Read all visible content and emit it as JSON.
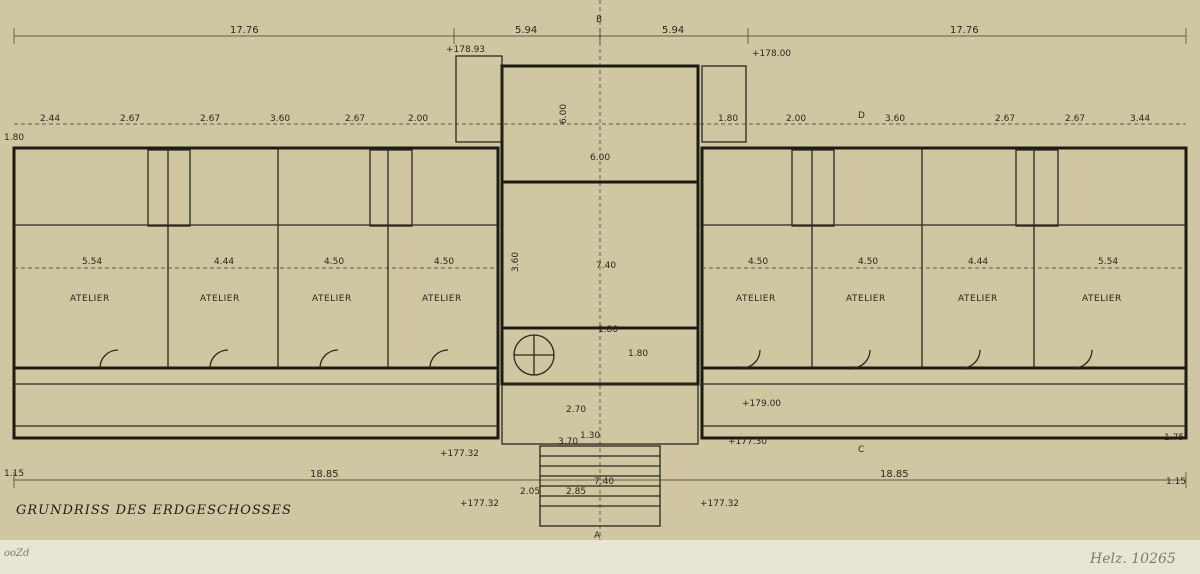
{
  "drawing": {
    "title": "GRUNDRISS DES ERDGESCHOSSES",
    "archive_mark": "Helz. 10265",
    "corner_mark": "ooZd",
    "colors": {
      "paper": "#cfc7a1",
      "ink": "#1d1b14",
      "margin": "#e8e4d6"
    }
  },
  "dimensions": {
    "top": [
      "17.76",
      "5.94",
      "5.94",
      "17.76"
    ],
    "bottom": [
      "18.85",
      "18.85"
    ],
    "room_widths_row": [
      "2.44",
      "2.67",
      "2.67",
      "3.60",
      "2.67",
      "2.00",
      "1.80",
      "2.00",
      "3.60",
      "2.67",
      "2.67",
      "3.44"
    ],
    "atelier_widths": [
      "5.54",
      "4.44",
      "4.50",
      "4.50",
      "4.50",
      "4.50",
      "4.44",
      "5.54"
    ],
    "stair": [
      "7.40",
      "6.00",
      "6.00",
      "3.60",
      "1.80",
      "1.80",
      "2.70",
      "3.70",
      "7.40",
      "2.05",
      "2.85"
    ],
    "entrance_step": "1.30",
    "spot_heights": [
      "+178.93",
      "+178.00",
      "+177.32",
      "+177.30",
      "+179.00",
      "+177.32",
      "+177.32"
    ]
  },
  "rooms": {
    "ateliers": [
      "ATELIER",
      "ATELIER",
      "ATELIER",
      "ATELIER",
      "ATELIER",
      "ATELIER",
      "ATELIER",
      "ATELIER"
    ],
    "section_marks": [
      "B",
      "D",
      "C",
      "A"
    ],
    "side_labels": [
      "1.80",
      "1.75",
      "1.15",
      "1.15"
    ]
  }
}
